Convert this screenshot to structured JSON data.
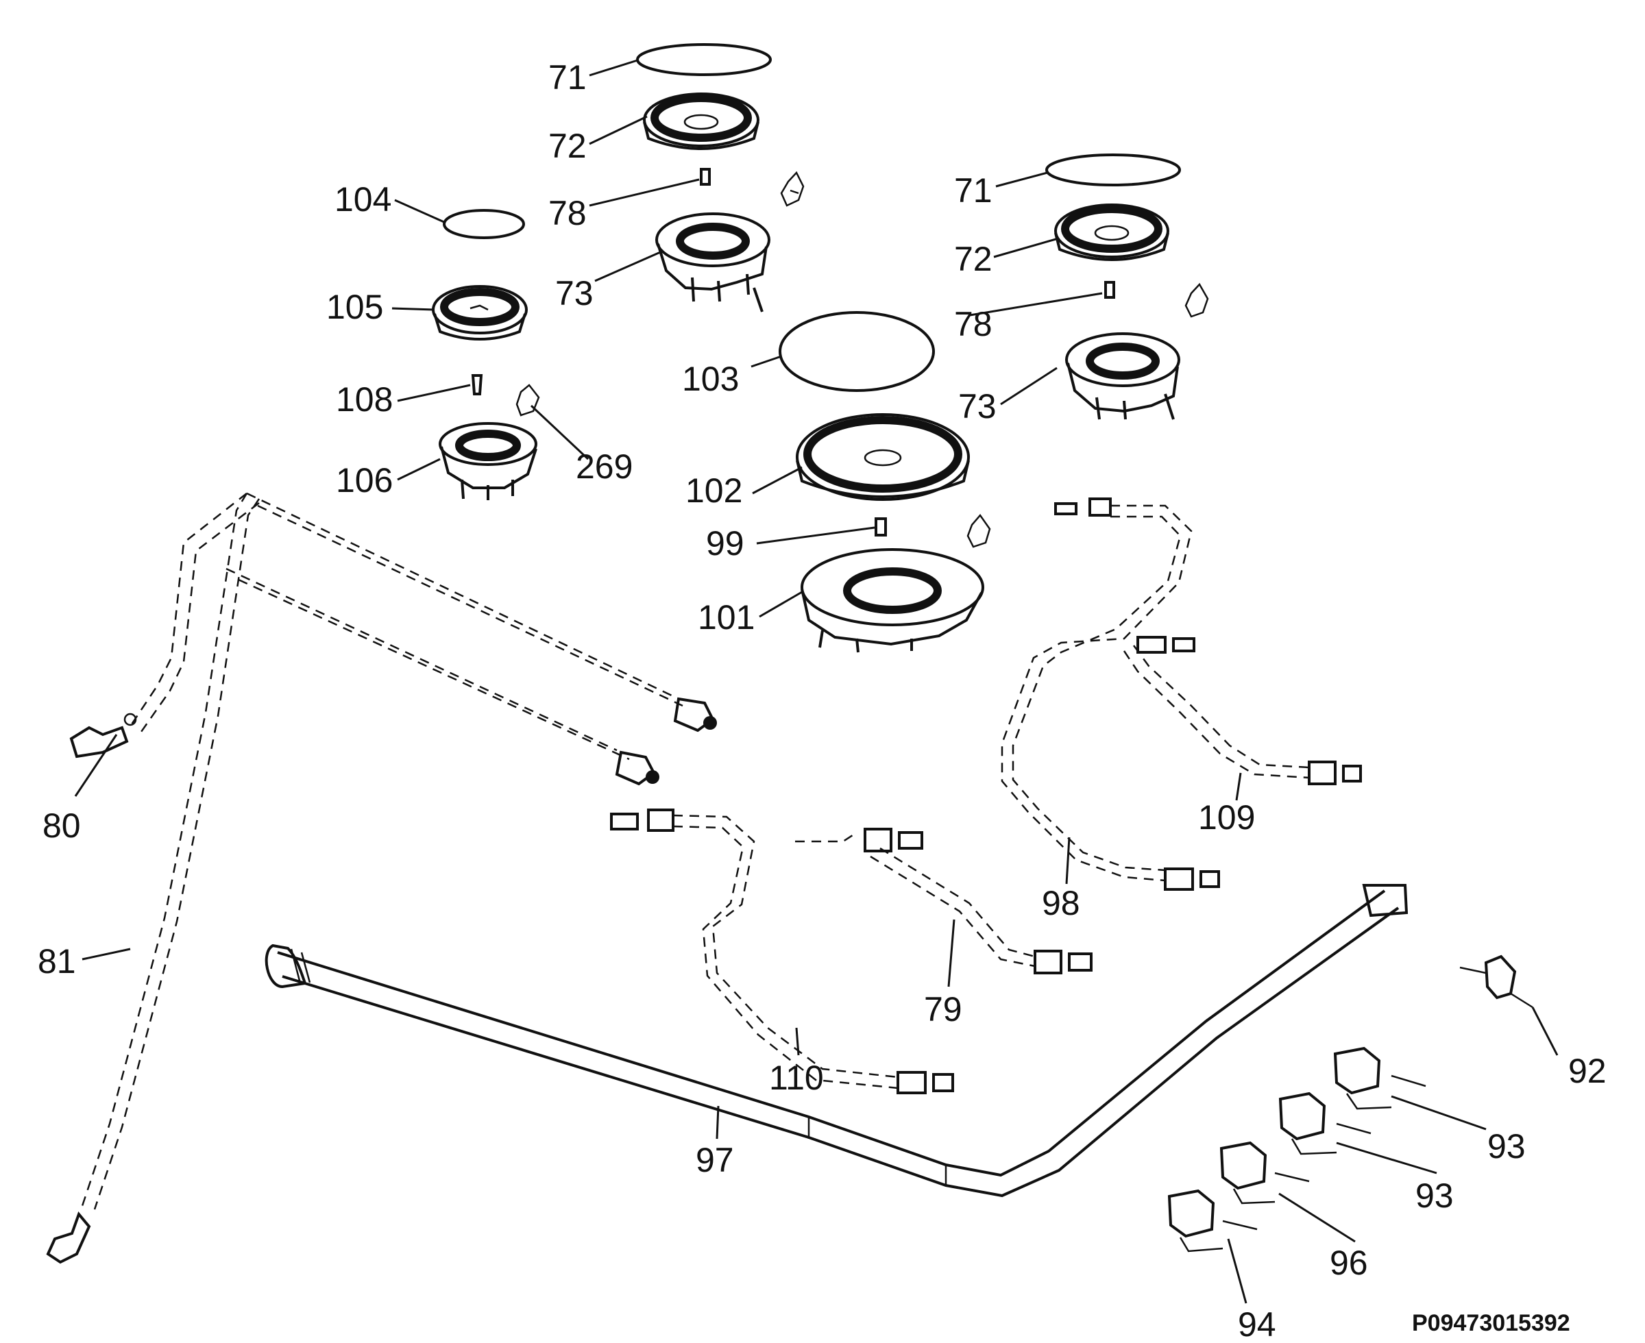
{
  "labels": {
    "p71a": "71",
    "p72a": "72",
    "p78a": "78",
    "p73a": "73",
    "p104": "104",
    "p105": "105",
    "p108": "108",
    "p106": "106",
    "p269": "269",
    "p71b": "71",
    "p72b": "72",
    "p78b": "78",
    "p73b": "73",
    "p103": "103",
    "p102": "102",
    "p99": "99",
    "p101": "101",
    "p80": "80",
    "p81": "81",
    "p109": "109",
    "p98": "98",
    "p79": "79",
    "p110": "110",
    "p97": "97",
    "p92": "92",
    "p93a": "93",
    "p93b": "93",
    "p96": "96",
    "p94": "94"
  },
  "drawing_code": "P09473015392"
}
